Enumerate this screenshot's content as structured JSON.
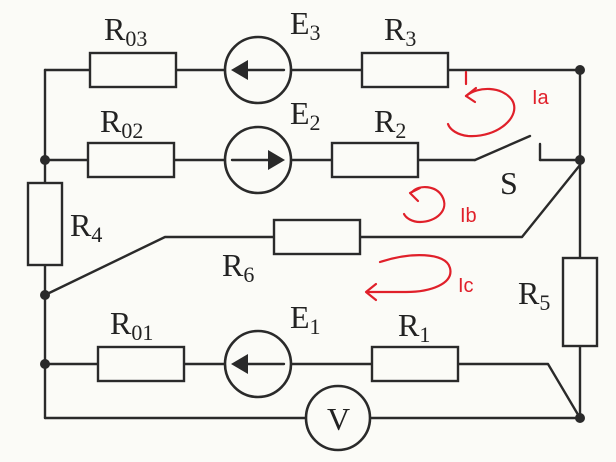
{
  "labels": {
    "r03": {
      "main": "R",
      "sub": "03"
    },
    "e3": {
      "main": "E",
      "sub": "3"
    },
    "r3": {
      "main": "R",
      "sub": "3"
    },
    "r02": {
      "main": "R",
      "sub": "02"
    },
    "e2": {
      "main": "E",
      "sub": "2"
    },
    "r2": {
      "main": "R",
      "sub": "2"
    },
    "s": {
      "main": "S"
    },
    "r4": {
      "main": "R",
      "sub": "4"
    },
    "r6": {
      "main": "R",
      "sub": "6"
    },
    "r5": {
      "main": "R",
      "sub": "5"
    },
    "r01": {
      "main": "R",
      "sub": "01"
    },
    "e1": {
      "main": "E",
      "sub": "1"
    },
    "r1": {
      "main": "R",
      "sub": "1"
    },
    "v": {
      "main": "V"
    }
  },
  "loop_currents": {
    "ia": "Ia",
    "ib": "Ib",
    "ic": "Ic"
  },
  "colors": {
    "wire": "#2a2a2a",
    "annotation": "#e0202a",
    "background": "#fbfbf7"
  }
}
